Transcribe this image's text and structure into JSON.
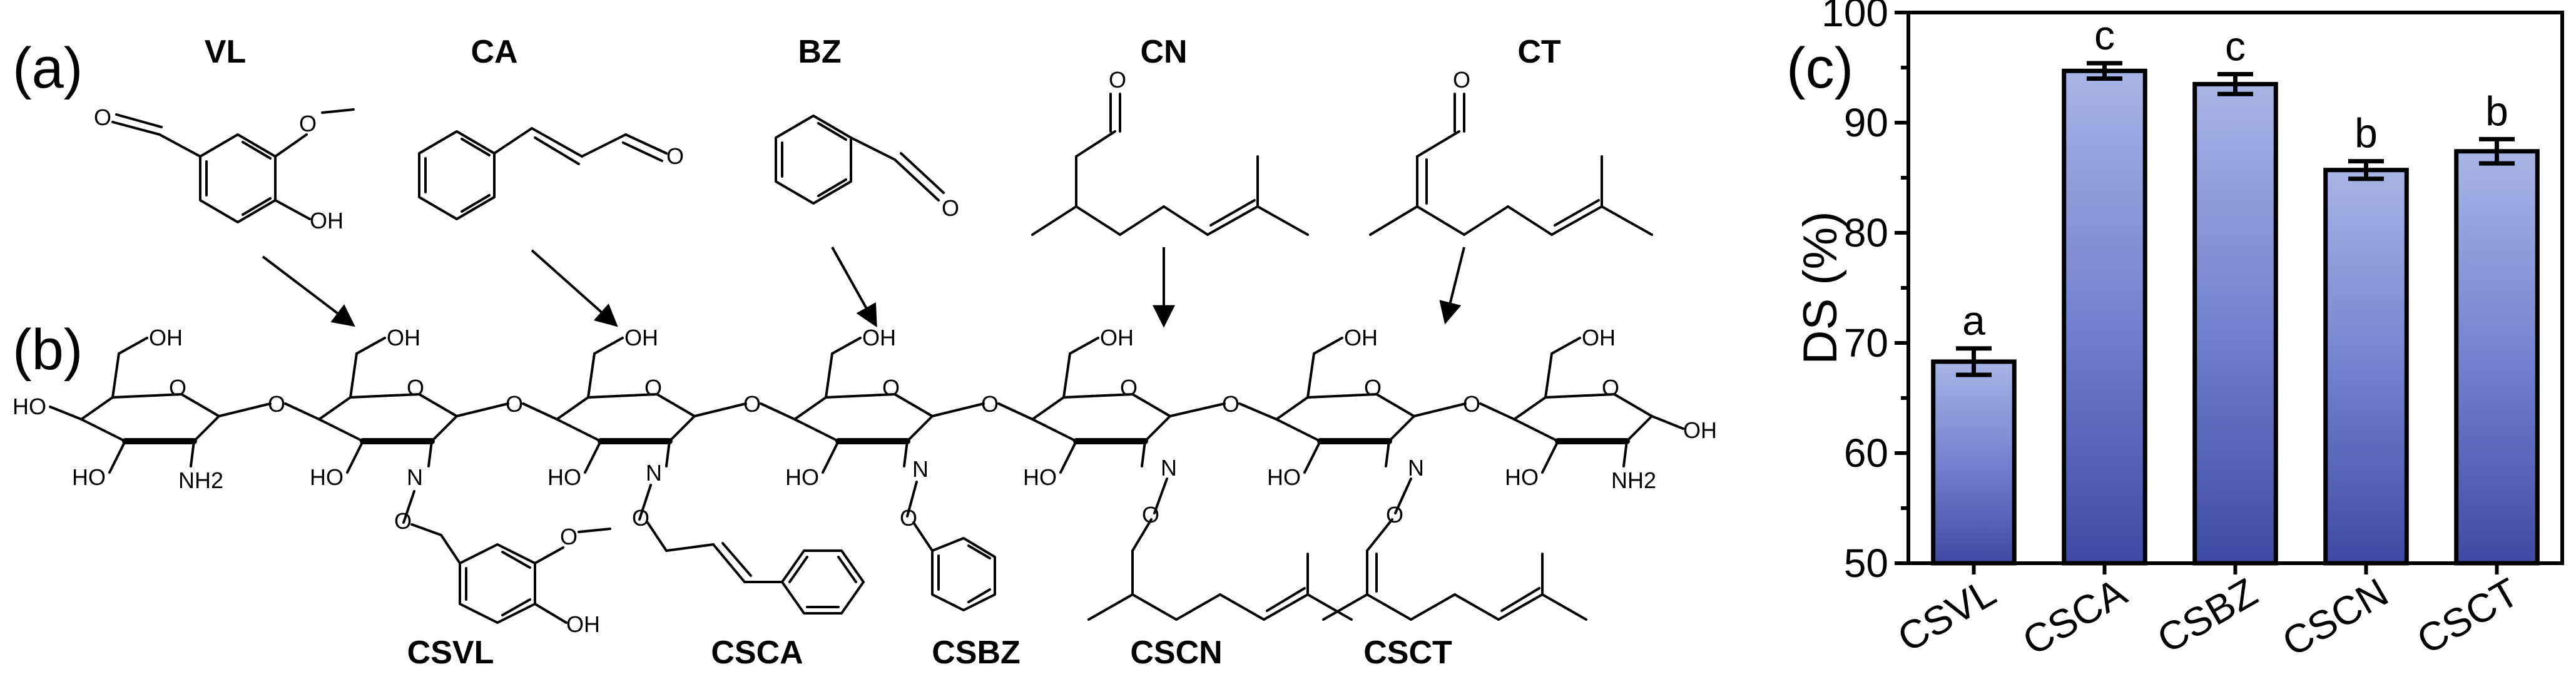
{
  "panels": {
    "a": "(a)",
    "b": "(b)",
    "c": "(c)"
  },
  "aldehydes": [
    "VL",
    "CA",
    "BZ",
    "CN",
    "CT"
  ],
  "derivatives": [
    "CSVL",
    "CSCA",
    "CSBZ",
    "CSCN",
    "CSCT"
  ],
  "atoms": {
    "oh": "OH",
    "ho": "HO",
    "o": "O",
    "n": "N",
    "nh2": "NH2"
  },
  "colors": {
    "bar_top": "#a9b4e6",
    "bar_mid": "#7382d0",
    "bar_bottom": "#3e4aa3",
    "axis": "#000000"
  },
  "chart_data": {
    "type": "bar",
    "categories": [
      "CSVL",
      "CSCA",
      "CSBZ",
      "CSCN",
      "CSCT"
    ],
    "values": [
      68.3,
      94.7,
      93.5,
      85.7,
      87.4
    ],
    "errors": [
      1.2,
      0.7,
      0.9,
      0.8,
      1.1
    ],
    "significance": [
      "a",
      "c",
      "c",
      "b",
      "b"
    ],
    "xlabel": "",
    "ylabel": "DS (%)",
    "ylim": [
      50,
      100
    ],
    "yticks": [
      50,
      60,
      70,
      80,
      90,
      100
    ],
    "grid": false,
    "legend": "none"
  }
}
